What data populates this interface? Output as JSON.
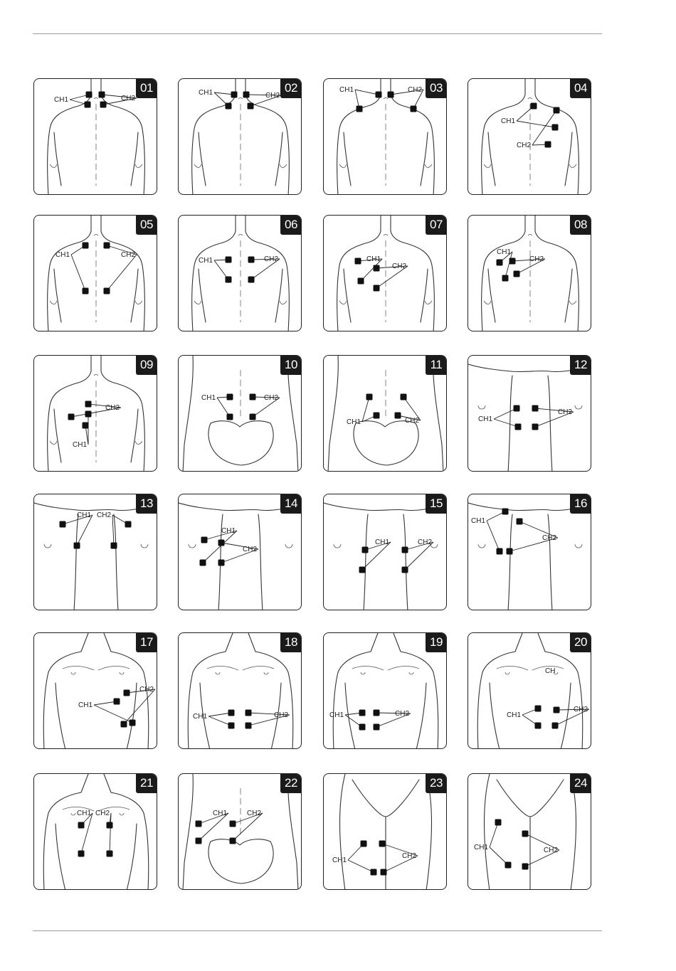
{
  "panels": [
    {
      "num": "01",
      "labels": [
        "CH1",
        "CH2"
      ]
    },
    {
      "num": "02",
      "labels": [
        "CH1",
        "CH2"
      ]
    },
    {
      "num": "03",
      "labels": [
        "CH1",
        "CH2"
      ]
    },
    {
      "num": "04",
      "labels": [
        "CH1",
        "CH2"
      ]
    },
    {
      "num": "05",
      "labels": [
        "CH1",
        "CH2"
      ]
    },
    {
      "num": "06",
      "labels": [
        "CH1",
        "CH2"
      ]
    },
    {
      "num": "07",
      "labels": [
        "CH1",
        "CH2"
      ]
    },
    {
      "num": "08",
      "labels": [
        "CH1",
        "CH2"
      ]
    },
    {
      "num": "09",
      "labels": [
        "CH2",
        "CH1"
      ]
    },
    {
      "num": "10",
      "labels": [
        "CH1",
        "CH2"
      ]
    },
    {
      "num": "11",
      "labels": [
        "CH1",
        "CH2"
      ]
    },
    {
      "num": "12",
      "labels": [
        "CH1",
        "CH2"
      ]
    },
    {
      "num": "13",
      "labels": [
        "CH1",
        "CH2"
      ]
    },
    {
      "num": "14",
      "labels": [
        "CH1",
        "CH2"
      ]
    },
    {
      "num": "15",
      "labels": [
        "CH1",
        "CH2"
      ]
    },
    {
      "num": "16",
      "labels": [
        "CH1",
        "CH2"
      ]
    },
    {
      "num": "17",
      "labels": [
        "CH2",
        "CH1"
      ]
    },
    {
      "num": "18",
      "labels": [
        "CH1",
        "CH2"
      ]
    },
    {
      "num": "19",
      "labels": [
        "CH1",
        "CH2"
      ]
    },
    {
      "num": "20",
      "labels": [
        "CH",
        "CH1",
        "CH2"
      ]
    },
    {
      "num": "21",
      "labels": [
        "CH1",
        "CH2"
      ]
    },
    {
      "num": "22",
      "labels": [
        "CH1",
        "CH2"
      ]
    },
    {
      "num": "23",
      "labels": [
        "CH1",
        "CH2"
      ]
    },
    {
      "num": "24",
      "labels": [
        "CH1",
        "CH2"
      ]
    }
  ]
}
